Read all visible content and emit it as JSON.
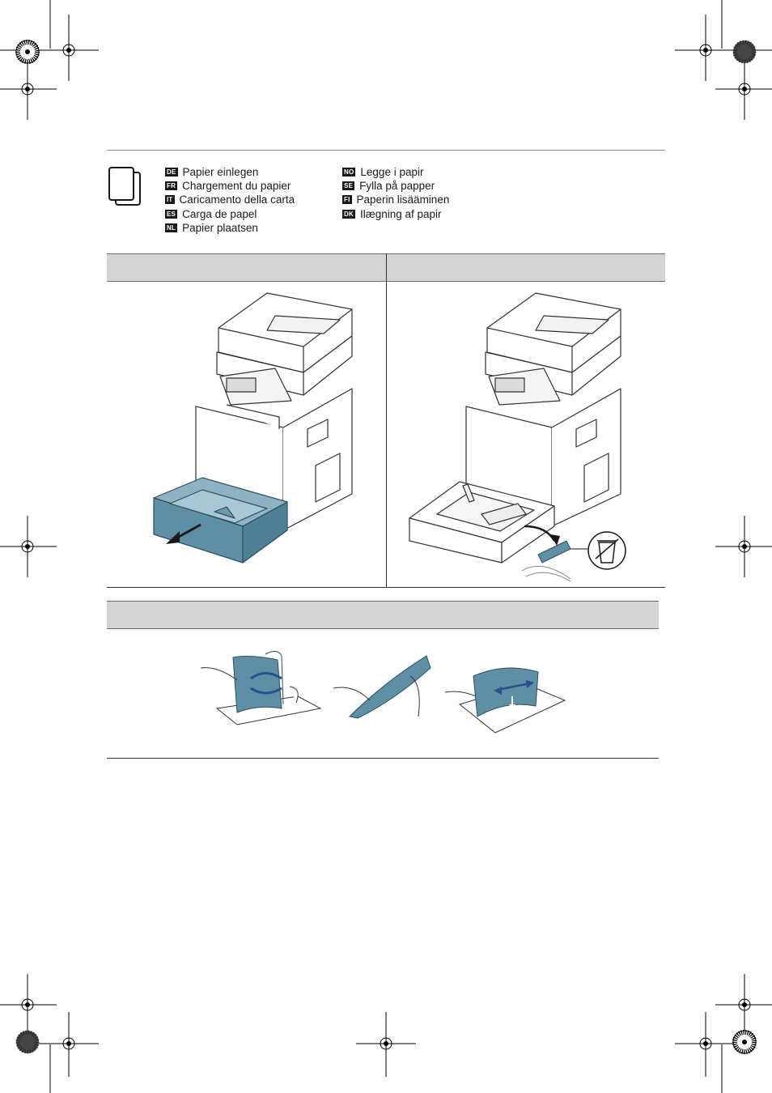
{
  "languages_left": [
    {
      "code": "DE",
      "text": "Papier einlegen"
    },
    {
      "code": "FR",
      "text": "Chargement du papier"
    },
    {
      "code": "IT",
      "text": "Caricamento della carta"
    },
    {
      "code": "ES",
      "text": "Carga de papel"
    },
    {
      "code": "NL",
      "text": "Papier plaatsen"
    }
  ],
  "languages_right": [
    {
      "code": "NO",
      "text": "Legge i papir"
    },
    {
      "code": "SE",
      "text": "Fylla på papper"
    },
    {
      "code": "FI",
      "text": "Paperin lisääminen"
    },
    {
      "code": "DK",
      "text": "Ilægning af papir"
    }
  ],
  "colors": {
    "accent": "#5f8fa5",
    "arrow": "#2a4f8f",
    "band": "#d4d4d4"
  },
  "icons": [
    "document-pages-icon",
    "registration-mark-icon",
    "color-calibration-wheel-icon",
    "trash-bin-icon"
  ]
}
